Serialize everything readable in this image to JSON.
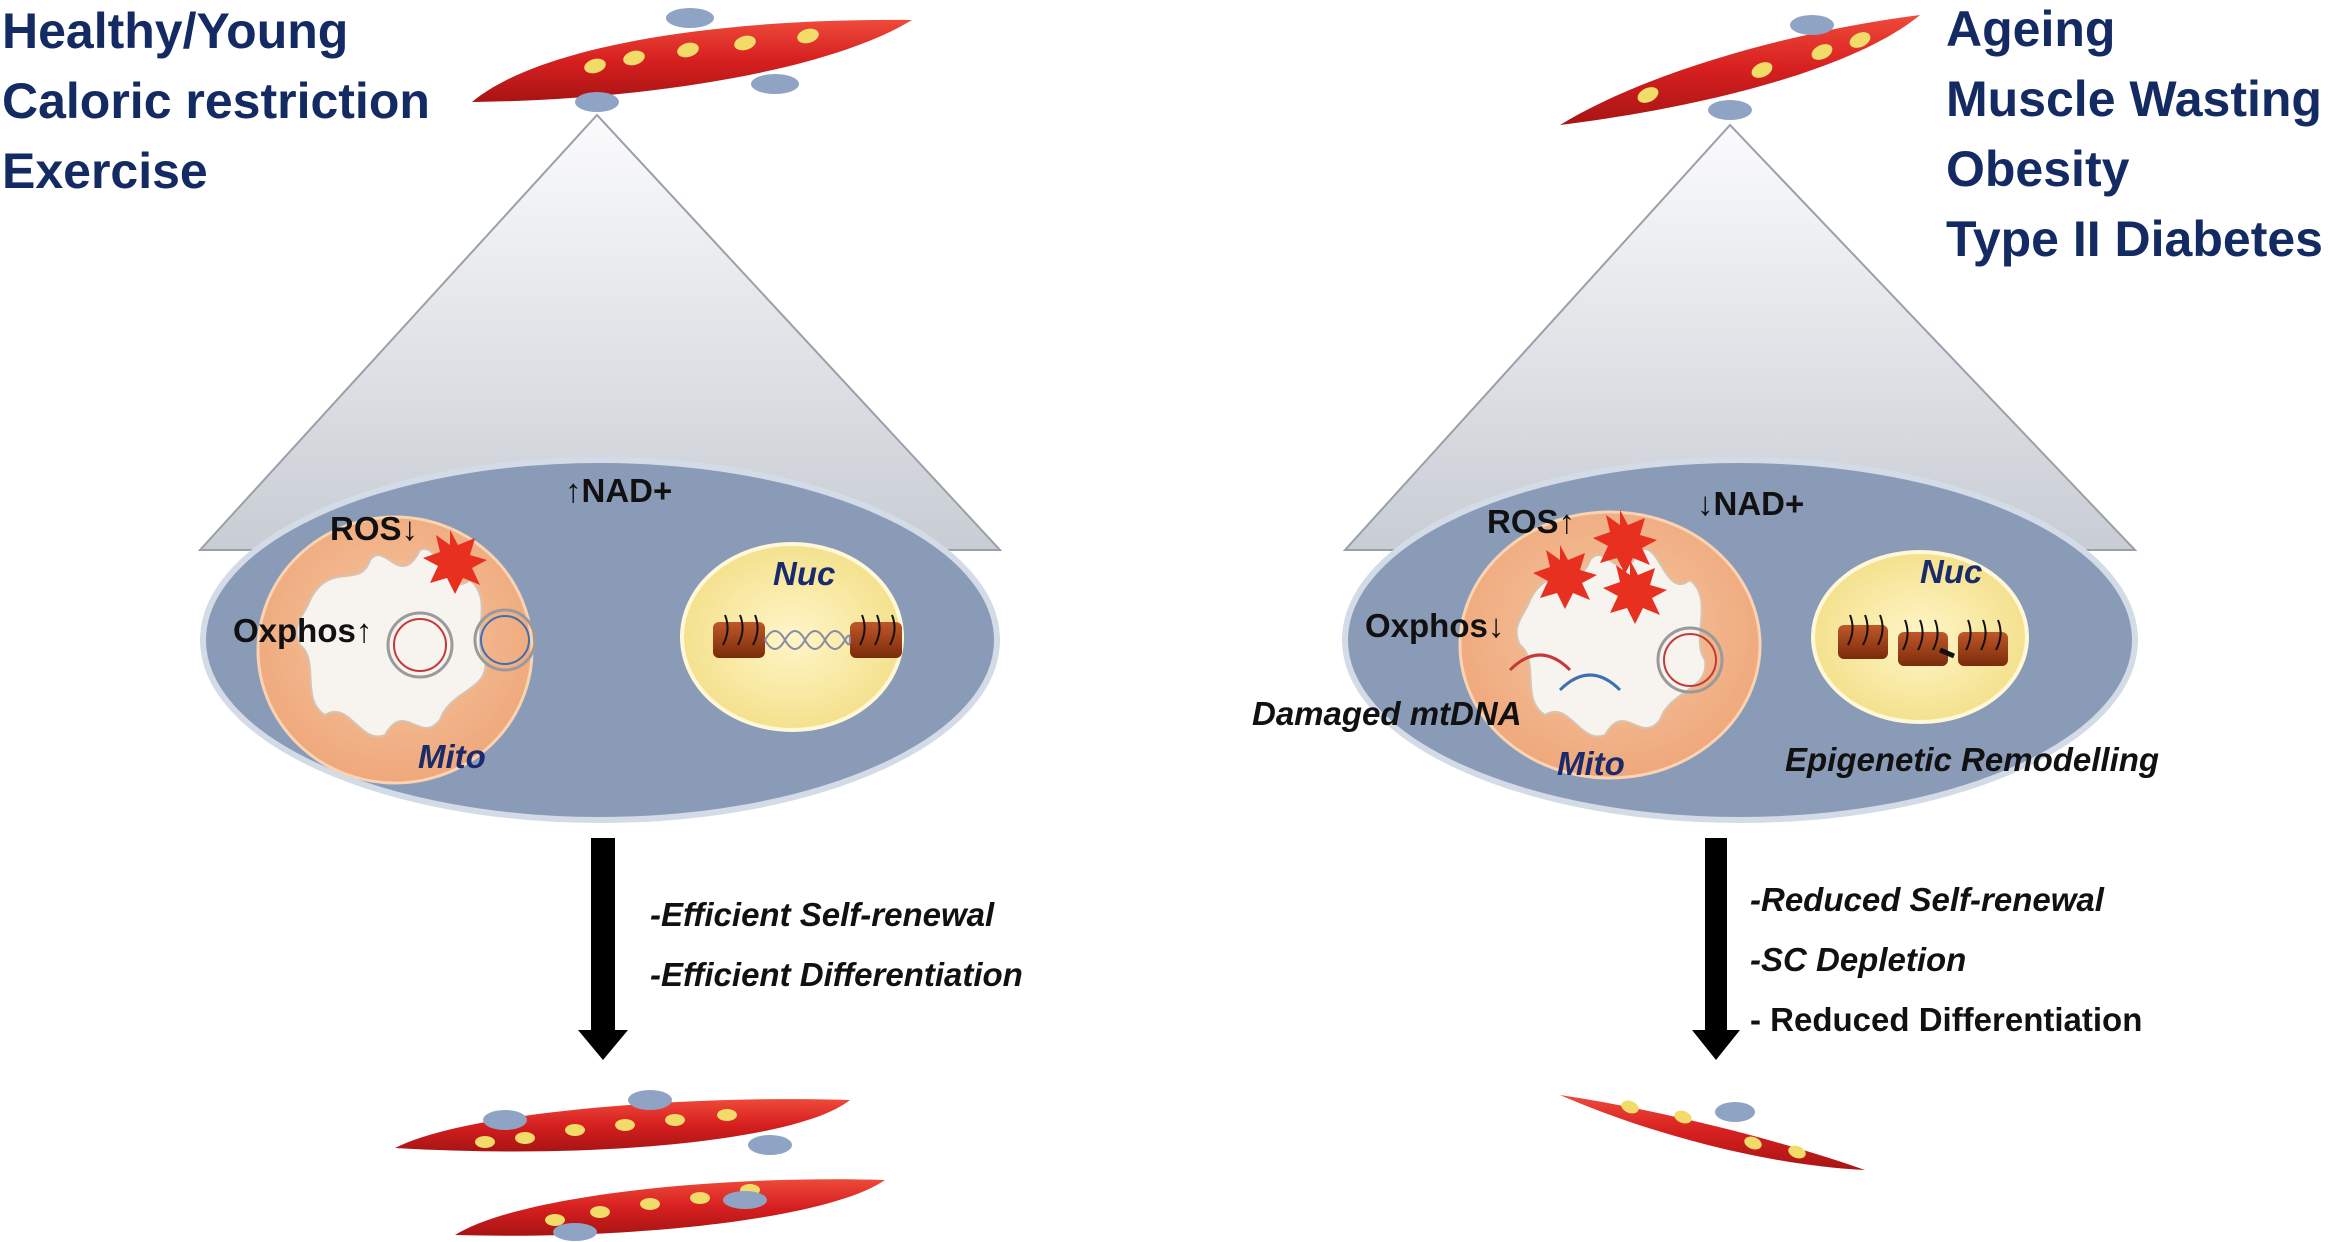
{
  "left_panel": {
    "conditions": [
      "Healthy/Young",
      "Caloric restriction",
      "Exercise"
    ],
    "nad_label": "NAD+",
    "ros_label": "ROS",
    "oxphos_label": "Oxphos",
    "mito_label": "Mito",
    "nuc_label": "Nuc",
    "outcomes": [
      "-Efficient Self-renewal",
      "-Efficient Differentiation"
    ]
  },
  "right_panel": {
    "conditions": [
      "Ageing",
      "Muscle Wasting",
      "Obesity",
      "Type II Diabetes"
    ],
    "nad_label": "NAD+",
    "ros_label": "ROS",
    "oxphos_label": "Oxphos",
    "mito_label": "Mito",
    "nuc_label": "Nuc",
    "damaged_label": "Damaged mtDNA",
    "epigenetic_label": "Epigenetic Remodelling",
    "outcomes": [
      "-Reduced Self-renewal",
      "-SC Depletion",
      "- Reduced Differentiation"
    ]
  },
  "arrows": {
    "up": "↑",
    "down": "↓"
  },
  "colors": {
    "heading_text": "#132a63",
    "muscle_fiber": "#d42020",
    "fiber_nuclei": "#f1dc6a",
    "satellite_cell": "#8fa3c4",
    "cell_body": "#8a9bb8",
    "mitochondrion": "#f4b48a",
    "nucleus": "#fbefb2",
    "chromatin": "#9b3c12",
    "ros": "#e83020"
  }
}
